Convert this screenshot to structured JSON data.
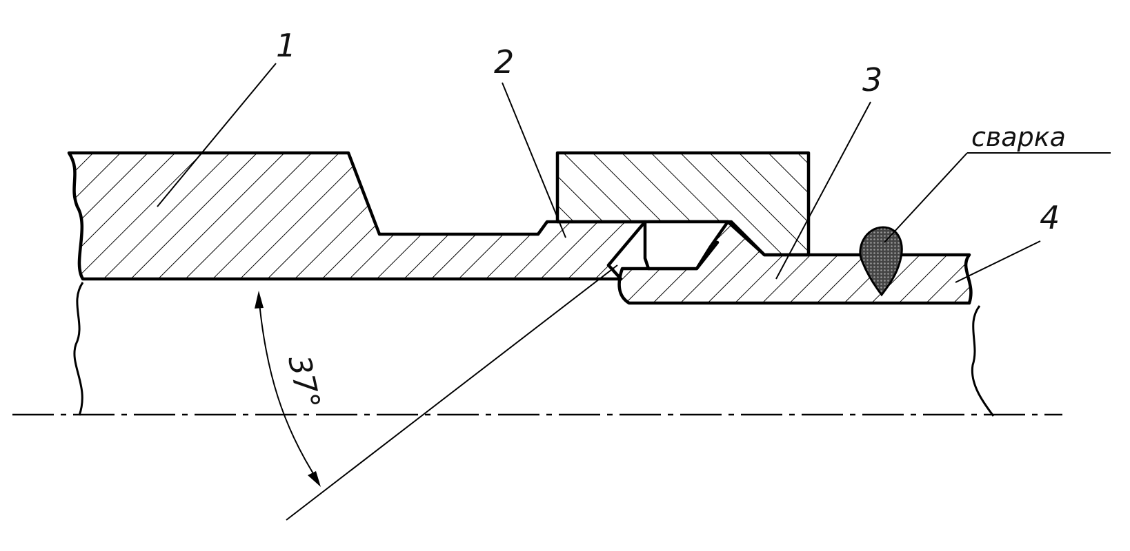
{
  "labels": {
    "part_1": "1",
    "part_2": "2",
    "part_3": "3",
    "part_4": "4",
    "weld": "сварка",
    "angle": "37°"
  },
  "colors": {
    "line": "#000000",
    "hatch": "#000000",
    "weld_fill": "#555555",
    "background": "#ffffff"
  }
}
